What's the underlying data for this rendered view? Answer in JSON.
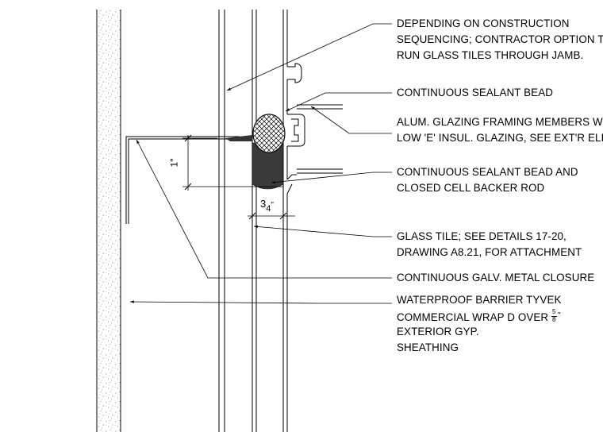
{
  "notes": {
    "n1": [
      "DEPENDING ON CONSTRUCTION",
      "SEQUENCING; CONTRACTOR OPTION TO",
      "RUN GLASS TILES THROUGH JAMB."
    ],
    "n2": [
      "CONTINUOUS SEALANT BEAD"
    ],
    "n3": [
      "ALUM. GLAZING FRAMING MEMBERS W/",
      "LOW 'E' INSUL. GLAZING, SEE EXT'R ELEV."
    ],
    "n4": [
      "CONTINUOUS SEALANT BEAD AND",
      "CLOSED CELL BACKER ROD"
    ],
    "n5": [
      "GLASS TILE; SEE DETAILS 17-20,",
      "DRAWING A8.21, FOR ATTACHMENT"
    ],
    "n6": [
      "CONTINUOUS GALV. METAL CLOSURE"
    ],
    "n7": {
      "line1": "WATERPROOF BARRIER TYVEK",
      "line2_prefix": "COMMERCIAL WRAP D OVER ",
      "frac_num": "5",
      "frac_den": "8",
      "frac_unit": "\"",
      "line3": "EXTERIOR GYP.",
      "line4": "SHEATHING"
    }
  },
  "dimensions": {
    "vertical": "1\"",
    "horizontal_num": "3",
    "horizontal_den": "4",
    "horizontal_unit": "\""
  }
}
